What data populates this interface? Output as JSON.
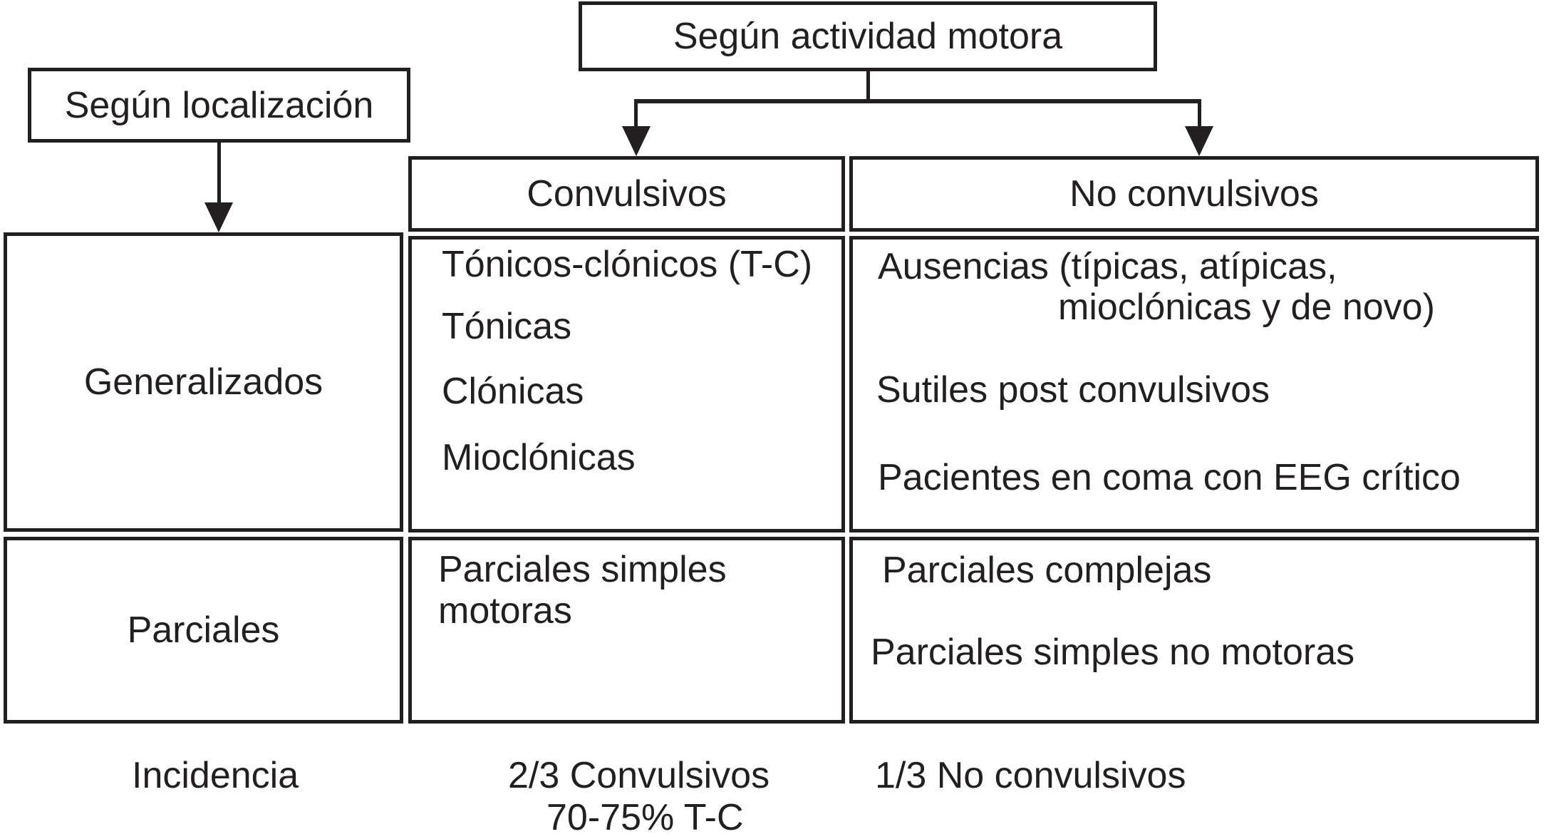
{
  "figure": {
    "background": "#ffffff",
    "ink": "#231f20",
    "description": "Classification diagram of seizure types (Spanish): by localization and by motor activity"
  },
  "classifiers": {
    "location": {
      "label": "Según localización"
    },
    "motor_activity": {
      "label": "Según actividad motora"
    }
  },
  "columns": {
    "convulsivos": "Convulsivos",
    "no_convulsivos": "No convulsivos"
  },
  "rows": {
    "generalizados": "Generalizados",
    "parciales": "Parciales"
  },
  "cells": {
    "generalizados_convulsivos": [
      "Tónicos-clónicos (T-C)",
      "Tónicas",
      "Clónicas",
      "Mioclónicas"
    ],
    "generalizados_no_convulsivos": {
      "ausencias_line1": "Ausencias (típicas, atípicas,",
      "ausencias_line2": "mioclónicas y de novo)",
      "sutiles": "Sutiles post convulsivos",
      "pacientes": "Pacientes en coma con EEG crítico"
    },
    "parciales_convulsivos": "Parciales simples motoras",
    "parciales_no_convulsivos": [
      "Parciales complejas",
      "Parciales simples no motoras"
    ]
  },
  "incidence": {
    "label": "Incidencia",
    "convulsivos_line1": "2/3 Convulsivos",
    "convulsivos_line2": "70-75% T-C",
    "no_convulsivos": "1/3 No convulsivos"
  }
}
